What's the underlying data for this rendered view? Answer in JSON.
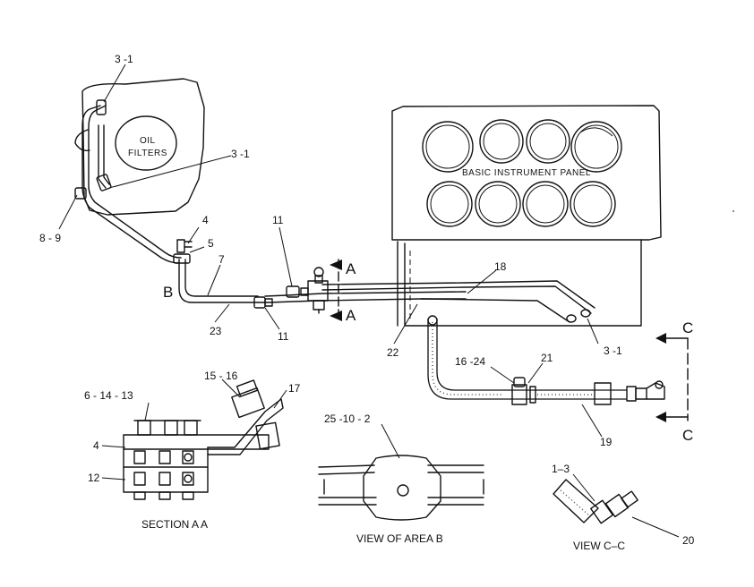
{
  "callouts": {
    "c_3_1_top": "3 -1",
    "c_3_1_mid": "3 -1",
    "c_8_9": "8 - 9",
    "c_4_top": "4",
    "c_5": "5",
    "c_7": "7",
    "c_B": "B",
    "c_23": "23",
    "c_11_top": "11",
    "c_11_bottom": "11",
    "c_A_top": "A",
    "c_A_bottom": "A",
    "c_18": "18",
    "c_22": "22",
    "c_3_1_right": "3 -1",
    "c_16_24": "16 -24",
    "c_21": "21",
    "c_19": "19",
    "c_C_top": "C",
    "c_C_bottom": "C",
    "c_15_16": "15 - 16",
    "c_17": "17",
    "c_6_14_13": "6 - 14 - 13",
    "c_4_section": "4",
    "c_12": "12",
    "c_25_10_2": "25 -10 - 2",
    "c_1_3": "1–3",
    "c_20": "20"
  },
  "panels": {
    "oil_filters_line1": "OIL",
    "oil_filters_line2": "FILTERS",
    "instrument_panel": "BASIC INSTRUMENT PANEL"
  },
  "view_titles": {
    "section_aa": "SECTION A A",
    "view_area_b": "VIEW OF AREA B",
    "view_cc": "VIEW C–C"
  }
}
